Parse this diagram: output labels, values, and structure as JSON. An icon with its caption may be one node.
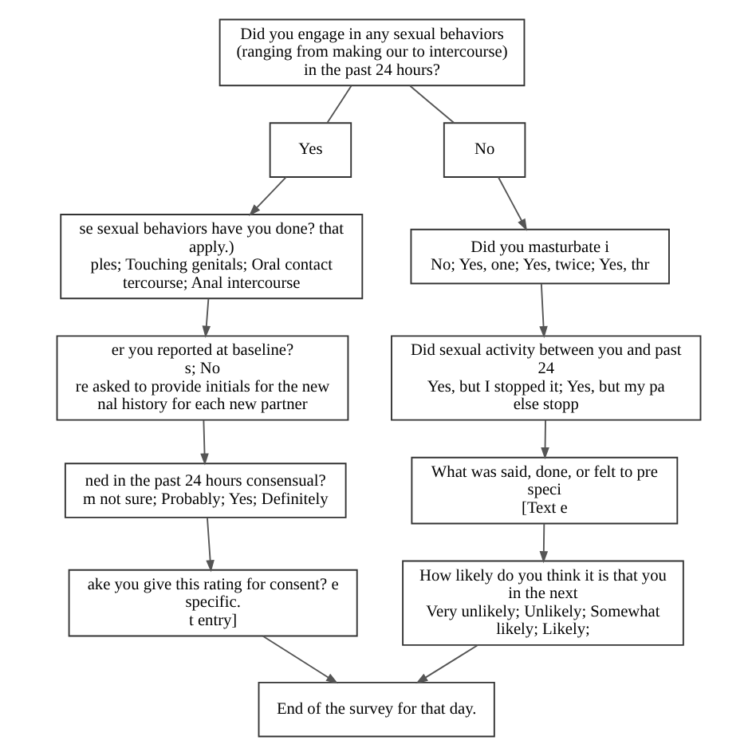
{
  "diagram": {
    "nodes": [
      {
        "text": [
          "Did you engage in any sexual behaviors (ranging from making our to intercourse) in the past 24 hours?"
        ]
      },
      {
        "text": [
          "Yes"
        ]
      },
      {
        "text": [
          "No"
        ]
      },
      {
        "text": [
          "se sexual behaviors have you done? that apply.)",
          "ples; Touching genitals; Oral contact tercourse; Anal intercourse"
        ]
      },
      {
        "text": [
          "er you reported at baseline?",
          "s; No",
          "re asked to provide initials for the new nal history for each new partner"
        ]
      },
      {
        "text": [
          "ned in the past 24 hours consensual?",
          "m not sure; Probably; Yes; Definitely"
        ]
      },
      {
        "text": [
          "ake you give this rating for consent? e specific.",
          "t entry]"
        ]
      },
      {
        "text": [
          "Did you masturbate i",
          "No; Yes, one; Yes, twice; Yes, thr"
        ]
      },
      {
        "text": [
          "Did sexual activity between you and past 24",
          "Yes, but I stopped it; Yes, but my pa else stopp"
        ]
      },
      {
        "text": [
          "What was said, done, or felt to pre speci",
          "[Text e"
        ]
      },
      {
        "text": [
          "How likely do you think it is that you in the next",
          "Very unlikely; Unlikely; Somewhat likely; Likely;"
        ]
      },
      {
        "text": [
          "End of the survey for that day."
        ]
      }
    ],
    "edges": [
      {
        "from": 0,
        "to": 1,
        "arrow": "none"
      },
      {
        "from": 0,
        "to": 2,
        "arrow": "none"
      },
      {
        "from": 1,
        "to": 3,
        "arrow": "to"
      },
      {
        "from": 2,
        "to": 7,
        "arrow": "to"
      },
      {
        "from": 3,
        "to": 4,
        "arrow": "to"
      },
      {
        "from": 4,
        "to": 5,
        "arrow": "to"
      },
      {
        "from": 5,
        "to": 6,
        "arrow": "to"
      },
      {
        "from": 6,
        "to": 11,
        "arrow": "to"
      },
      {
        "from": 7,
        "to": 8,
        "arrow": "to"
      },
      {
        "from": 8,
        "to": 9,
        "arrow": "to"
      },
      {
        "from": 9,
        "to": 10,
        "arrow": "to"
      },
      {
        "from": 10,
        "to": 11,
        "arrow": "to"
      }
    ]
  }
}
